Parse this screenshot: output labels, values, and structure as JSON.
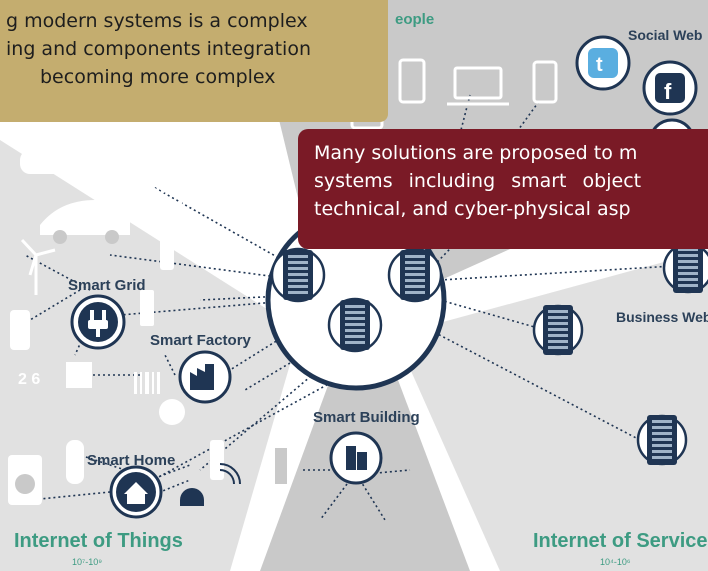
{
  "callouts": {
    "tan": {
      "lines": [
        "g modern systems is a complex",
        "ing and components integration",
        "becoming more complex"
      ]
    },
    "red": {
      "lines": [
        "Many solutions are proposed to m",
        "systems including smart object",
        "technical, and cyber-physical asp"
      ]
    }
  },
  "diagram": {
    "people_label": "eople",
    "social_web_label": "Social Web",
    "business_web_label": "Business Web",
    "smart_grid_label": "Smart Grid",
    "smart_factory_label": "Smart Factory",
    "smart_home_label": "Smart Home",
    "smart_building_label": "Smart Building",
    "iot_label": "Internet of Things",
    "iot_range": "10⁷-10⁹",
    "ios_label": "Internet of Services",
    "ios_range": "10⁴-10⁶",
    "meter_text": "2 6"
  },
  "colors": {
    "tan": "#c4ad6f",
    "maroon": "#7a1a26",
    "navy": "#1f3553",
    "teal": "#3d9b82",
    "gray": "#c9c9c9"
  }
}
